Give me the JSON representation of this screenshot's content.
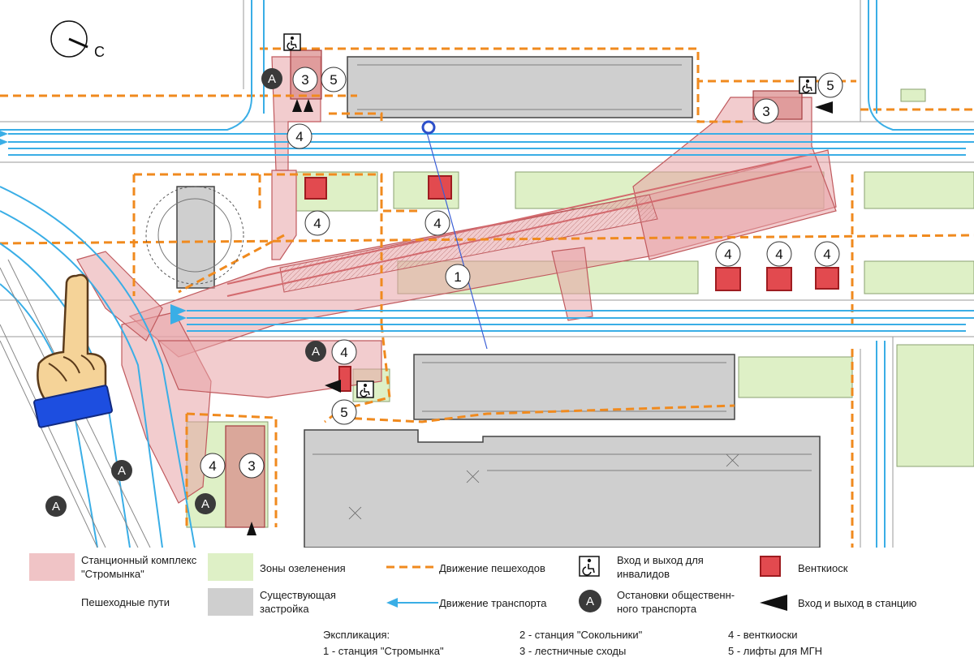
{
  "map": {
    "compass": {
      "label": "С"
    },
    "zone_numbers": [
      {
        "n": "3"
      },
      {
        "n": "5"
      },
      {
        "n": "4"
      },
      {
        "n": "5"
      },
      {
        "n": "3"
      },
      {
        "n": "4"
      },
      {
        "n": "4"
      },
      {
        "n": "1"
      },
      {
        "n": "4"
      },
      {
        "n": "4"
      },
      {
        "n": "4"
      },
      {
        "n": "4"
      },
      {
        "n": "5"
      },
      {
        "n": "4"
      },
      {
        "n": "3"
      }
    ],
    "stops": [
      {
        "label": "A"
      },
      {
        "label": "A"
      },
      {
        "label": "A"
      },
      {
        "label": "A"
      },
      {
        "label": "A"
      }
    ]
  },
  "legend": {
    "items": [
      {
        "key": "station",
        "label": "Станционный комплекс\n\"Стромынка\"",
        "color": "#f0c4c6"
      },
      {
        "key": "pedestrian_paths",
        "label": "Пешеходные пути",
        "color": "#ffffff"
      },
      {
        "key": "green",
        "label": "Зоны озеленения",
        "color": "#def0c6"
      },
      {
        "key": "existing",
        "label": "Существующая\nзастройка",
        "color": "#cfcfcf"
      },
      {
        "key": "ped_movement",
        "label": "Движение пешеходов",
        "color": "#f08a1e"
      },
      {
        "key": "transport",
        "label": "Движение транспорта",
        "color": "#3aaee6"
      },
      {
        "key": "disabled",
        "label": "Вход и выход для\nинвалидов"
      },
      {
        "key": "stop",
        "label": "Остановки общественн-\nного транспорта",
        "symbol": "A"
      },
      {
        "key": "vent",
        "label": "Венткиоск",
        "color": "#d9353a"
      },
      {
        "key": "entrance",
        "label": "Вход и выход в станцию"
      }
    ],
    "explication": {
      "title": "Экспликация:",
      "items": [
        "1 - станция \"Стромынка\"",
        "2 - станция \"Сокольники\"",
        "3 - лестничные сходы",
        "4 - венткиоски",
        "5 - лифты для МГН"
      ]
    }
  }
}
